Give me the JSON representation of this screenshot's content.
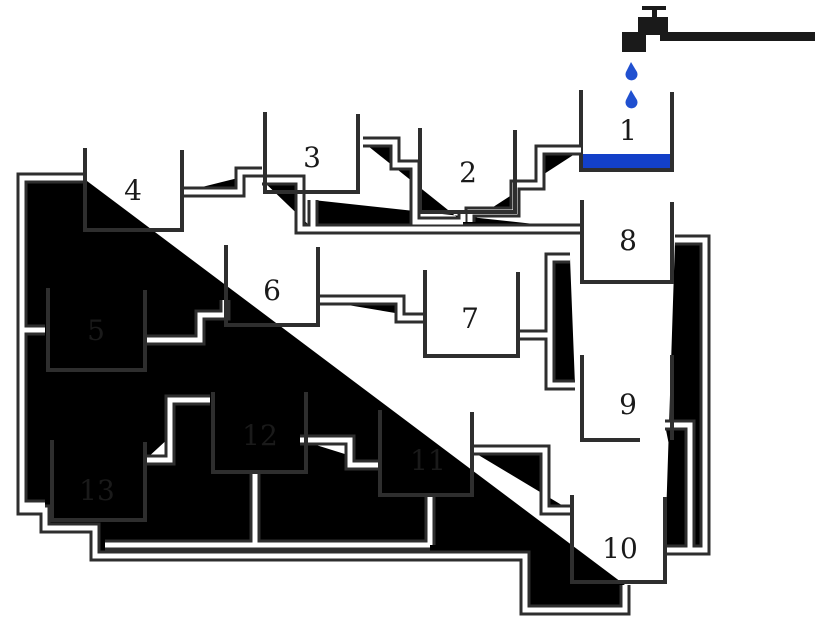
{
  "diagram": {
    "containers": [
      {
        "id": "container-1",
        "label": "1",
        "water": true
      },
      {
        "id": "container-2",
        "label": "2"
      },
      {
        "id": "container-3",
        "label": "3"
      },
      {
        "id": "container-4",
        "label": "4"
      },
      {
        "id": "container-5",
        "label": "5"
      },
      {
        "id": "container-6",
        "label": "6"
      },
      {
        "id": "container-7",
        "label": "7"
      },
      {
        "id": "container-8",
        "label": "8"
      },
      {
        "id": "container-9",
        "label": "9"
      },
      {
        "id": "container-10",
        "label": "10"
      },
      {
        "id": "container-11",
        "label": "11"
      },
      {
        "id": "container-12",
        "label": "12"
      },
      {
        "id": "container-13",
        "label": "13"
      }
    ],
    "colors": {
      "water": "#1340c8",
      "drop": "#2050d0",
      "line": "#2e2e2e",
      "background": "#ffffff"
    },
    "elements": [
      "faucet",
      "water-drops",
      "water-in-container-1",
      "connecting-pipes"
    ]
  }
}
